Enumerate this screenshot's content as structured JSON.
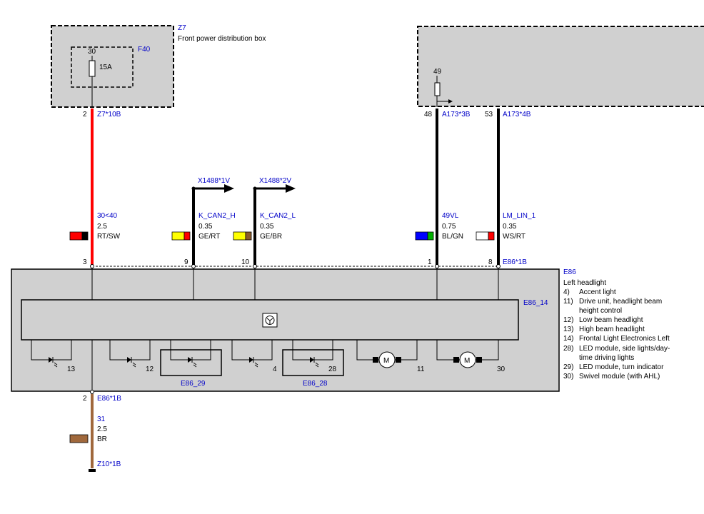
{
  "z7": {
    "id": "Z7",
    "name": "Front power distribution box"
  },
  "fuse": {
    "id": "F40",
    "pin": "30",
    "rating": "15A"
  },
  "module_right": {
    "pin": "49"
  },
  "conn_top": {
    "z7_pin": "2",
    "z7_conn": "Z7*10B",
    "a48": "48",
    "a48_conn": "A173*3B",
    "a53": "53",
    "a53_conn": "A173*4B"
  },
  "arrows": {
    "left": "X1488*1V",
    "right": "X1488*2V"
  },
  "wires": [
    {
      "signal": "30<40",
      "size": "2.5",
      "color": "RT/SW",
      "pin": "3",
      "c1": "#ff0000",
      "c2": "#000000"
    },
    {
      "signal": "K_CAN2_H",
      "size": "0.35",
      "color": "GE/RT",
      "pin": "9",
      "c1": "#ffff00",
      "c2": "#ff0000"
    },
    {
      "signal": "K_CAN2_L",
      "size": "0.35",
      "color": "GE/BR",
      "pin": "10",
      "c1": "#ffff00",
      "c2": "#8b5a2b"
    },
    {
      "signal": "49VL",
      "size": "0.75",
      "color": "BL/GN",
      "pin": "1",
      "c1": "#0000ff",
      "c2": "#00b000"
    },
    {
      "signal": "LM_LIN_1",
      "size": "0.35",
      "color": "WS/RT",
      "pin": "8",
      "c1": "#ffffff",
      "c2": "#ff0000"
    }
  ],
  "e86": {
    "conn": "E86*1B",
    "id": "E86",
    "name": "Left headlight",
    "sub": "E86_14",
    "legend": [
      {
        "n": "4)",
        "t": "Accent light"
      },
      {
        "n": "11)",
        "t": "Drive unit, headlight beam"
      },
      {
        "n": "",
        "t": "height control"
      },
      {
        "n": "12)",
        "t": "Low beam headlight"
      },
      {
        "n": "13)",
        "t": "High beam headlight"
      },
      {
        "n": "14)",
        "t": "Frontal Light Electronics Left"
      },
      {
        "n": "28)",
        "t": "LED module, side lights/day-"
      },
      {
        "n": "",
        "t": "time driving lights"
      },
      {
        "n": "29)",
        "t": "LED module, turn indicator"
      },
      {
        "n": "30)",
        "t": "Swivel module (with AHL)"
      }
    ],
    "components": {
      "c13": "13",
      "c12": "12",
      "c4": "4",
      "c28": "28",
      "c11": "11",
      "c30": "30"
    },
    "boxes": {
      "b29": "E86_29",
      "b28": "E86_28"
    }
  },
  "ground": {
    "pin": "2",
    "conn": "E86*1B",
    "signal": "31",
    "size": "2.5",
    "color": "BR",
    "end": "Z10*1B",
    "c": "#a0683c"
  }
}
